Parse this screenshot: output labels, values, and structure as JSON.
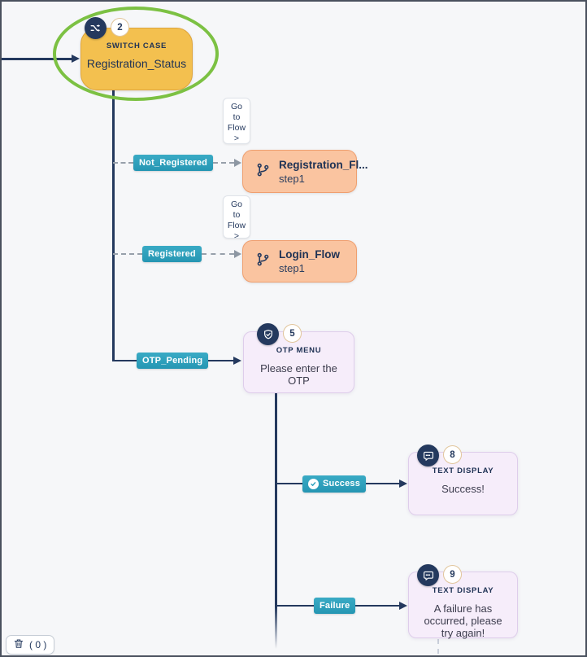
{
  "palette": {
    "navy": "#24395e",
    "teal": "#2aa0bd",
    "switch_yellow": "#f3c04f",
    "flow_peach": "#fac4a0",
    "menu_lavender": "#f6edfa",
    "annotation_green": "#7cc143",
    "dash_gray": "#97a0ab"
  },
  "switch_node": {
    "type_label": "SWITCH CASE",
    "title": "Registration_Status",
    "badge": "2"
  },
  "goto_card": {
    "lines": [
      "Go",
      "to",
      "Flow",
      ">"
    ]
  },
  "flow_nodes": {
    "registration": {
      "title": "Registration_Fl...",
      "subtitle": "step1"
    },
    "login": {
      "title": "Login_Flow",
      "subtitle": "step1"
    }
  },
  "otp_node": {
    "type_label": "OTP MENU",
    "body": "Please enter the OTP",
    "badge": "5"
  },
  "text_nodes": {
    "success": {
      "type_label": "TEXT DISPLAY",
      "body": "Success!",
      "badge": "8"
    },
    "failure": {
      "type_label": "TEXT DISPLAY",
      "body": "A failure has occurred, please try again!",
      "badge": "9"
    }
  },
  "branches": {
    "not_registered": "Not_Registered",
    "registered": "Registered",
    "otp_pending": "OTP_Pending",
    "success": "Success",
    "failure": "Failure"
  },
  "toolbar": {
    "trash_count": "( 0 )"
  }
}
